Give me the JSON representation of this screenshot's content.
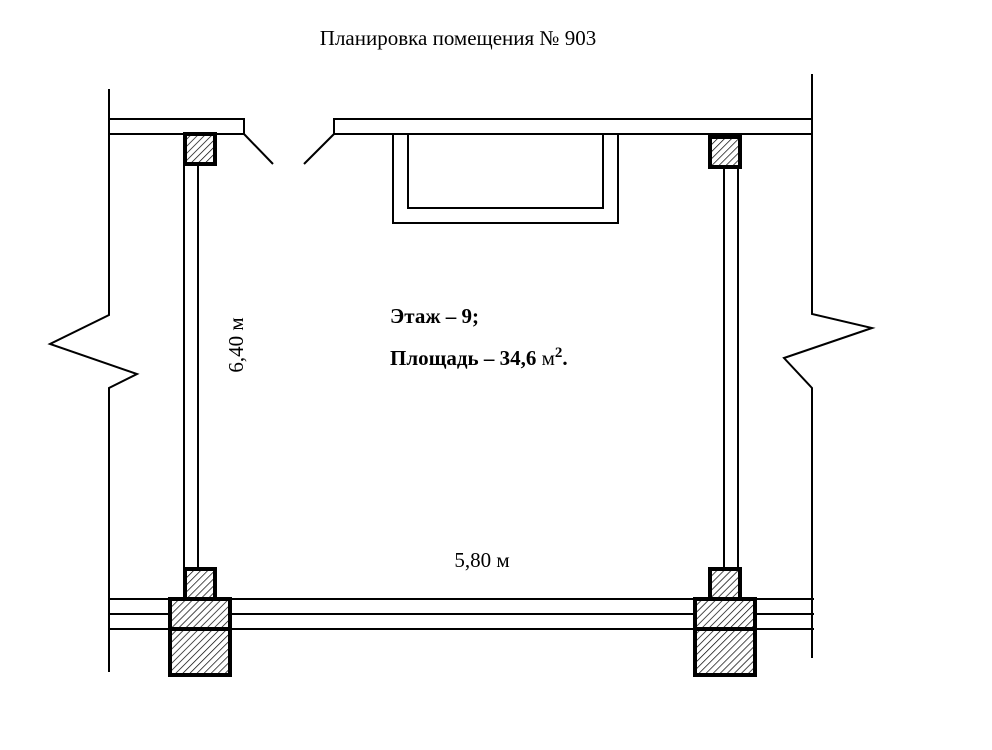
{
  "title": "Планировка помещения № 903",
  "info": {
    "floor": "Этаж – 9;",
    "area_label": "Площадь – 34,6 ",
    "area_unit": "м",
    "area_exp": "2",
    "area_end": "."
  },
  "dimensions": {
    "height": "6,40 м",
    "width": "5,80 м"
  },
  "colors": {
    "line": "#000000",
    "background": "#ffffff"
  }
}
